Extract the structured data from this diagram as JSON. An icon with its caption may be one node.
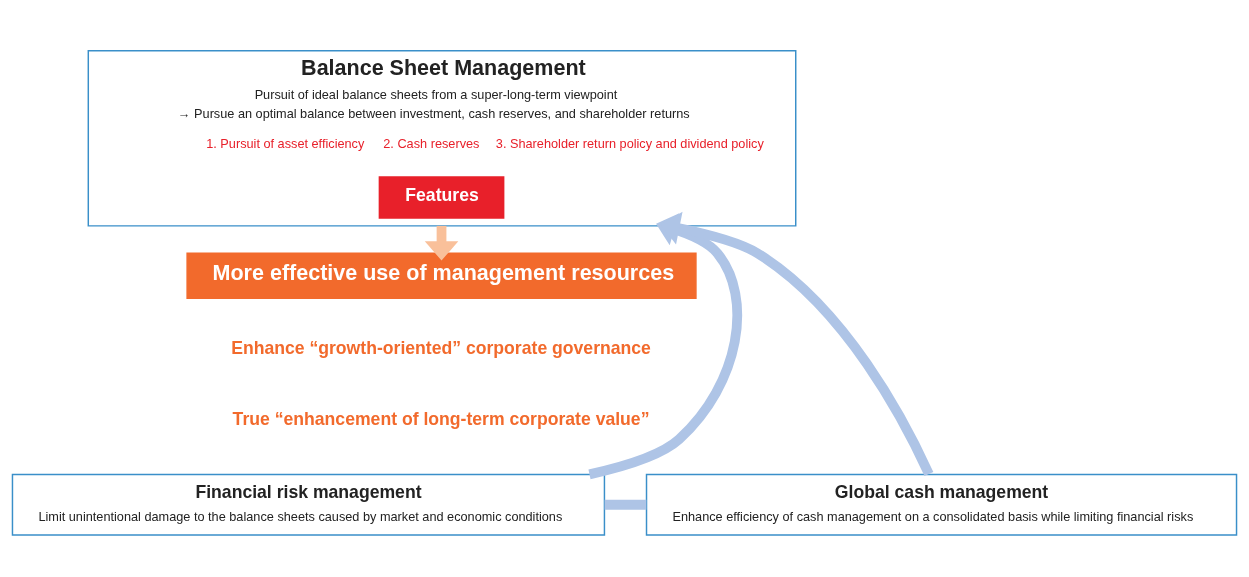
{
  "diagram": {
    "nodes": [
      {
        "text": [
          "Balance Sheet Management",
          "Pursuit of ideal balance sheets from a super-long-term viewpoint",
          "→ Pursue an optimal balance between investment, cash reserves, and shareholder returns",
          "1. Pursuit of asset efficiency",
          "2. Cash reserves",
          "3. Shareholder return policy and dividend policy"
        ]
      },
      {
        "text": [
          "Features"
        ],
        "in": 0
      },
      {
        "text": [
          "More effective use of management resources"
        ]
      },
      {
        "text": [
          "Financial risk management",
          "Limit unintentional damage to the balance sheets caused by market and economic conditions"
        ]
      },
      {
        "text": [
          "Global cash management",
          "Enhance efficiency of cash management on a consolidated basis while limiting financial risks"
        ]
      }
    ],
    "edges": [
      {
        "from": 0,
        "to": 2,
        "arrow": "to",
        "color": "#f9c09a"
      },
      {
        "from": 3,
        "to": 0,
        "arrow": "to"
      },
      {
        "from": 4,
        "to": 0,
        "arrow": "to"
      },
      {
        "from": 3,
        "to": 4,
        "arrow": "none"
      }
    ],
    "labels": [
      "Enhance “growth-oriented” corporate governance",
      "True “enhancement of long-term corporate value”"
    ]
  }
}
